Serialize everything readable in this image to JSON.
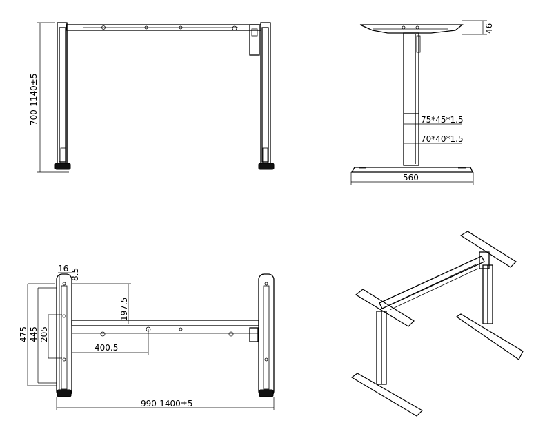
{
  "views": {
    "front": {
      "height_range_label": "700-1140±5"
    },
    "side": {
      "upper_tube_label": "75*45*1.5",
      "lower_tube_label": "70*40*1.5",
      "foot_width_label": "560",
      "top_small_label": "46"
    },
    "top": {
      "dim_16": "16",
      "dim_8_5": "8.5",
      "dim_475": "475",
      "dim_445": "445",
      "dim_205": "205",
      "dim_197_5": "197.5",
      "dim_400_5": "400.5",
      "width_range_label": "990-1400±5"
    }
  }
}
